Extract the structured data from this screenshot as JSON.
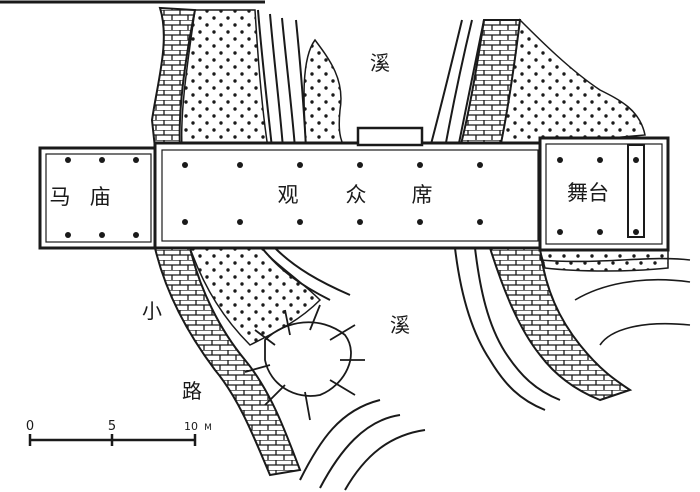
{
  "labels": {
    "stream_top": "溪",
    "stream_bottom": "溪",
    "temple_side": "马",
    "temple": "庙",
    "auditorium": [
      "观",
      "众",
      "席"
    ],
    "stage": "舞台",
    "path": [
      "小",
      "路"
    ]
  },
  "scale_bar": {
    "ticks": [
      "0",
      "5",
      "10"
    ],
    "unit": "M"
  },
  "colors": {
    "ink": "#1a1a1a",
    "paper": "#ffffff"
  }
}
